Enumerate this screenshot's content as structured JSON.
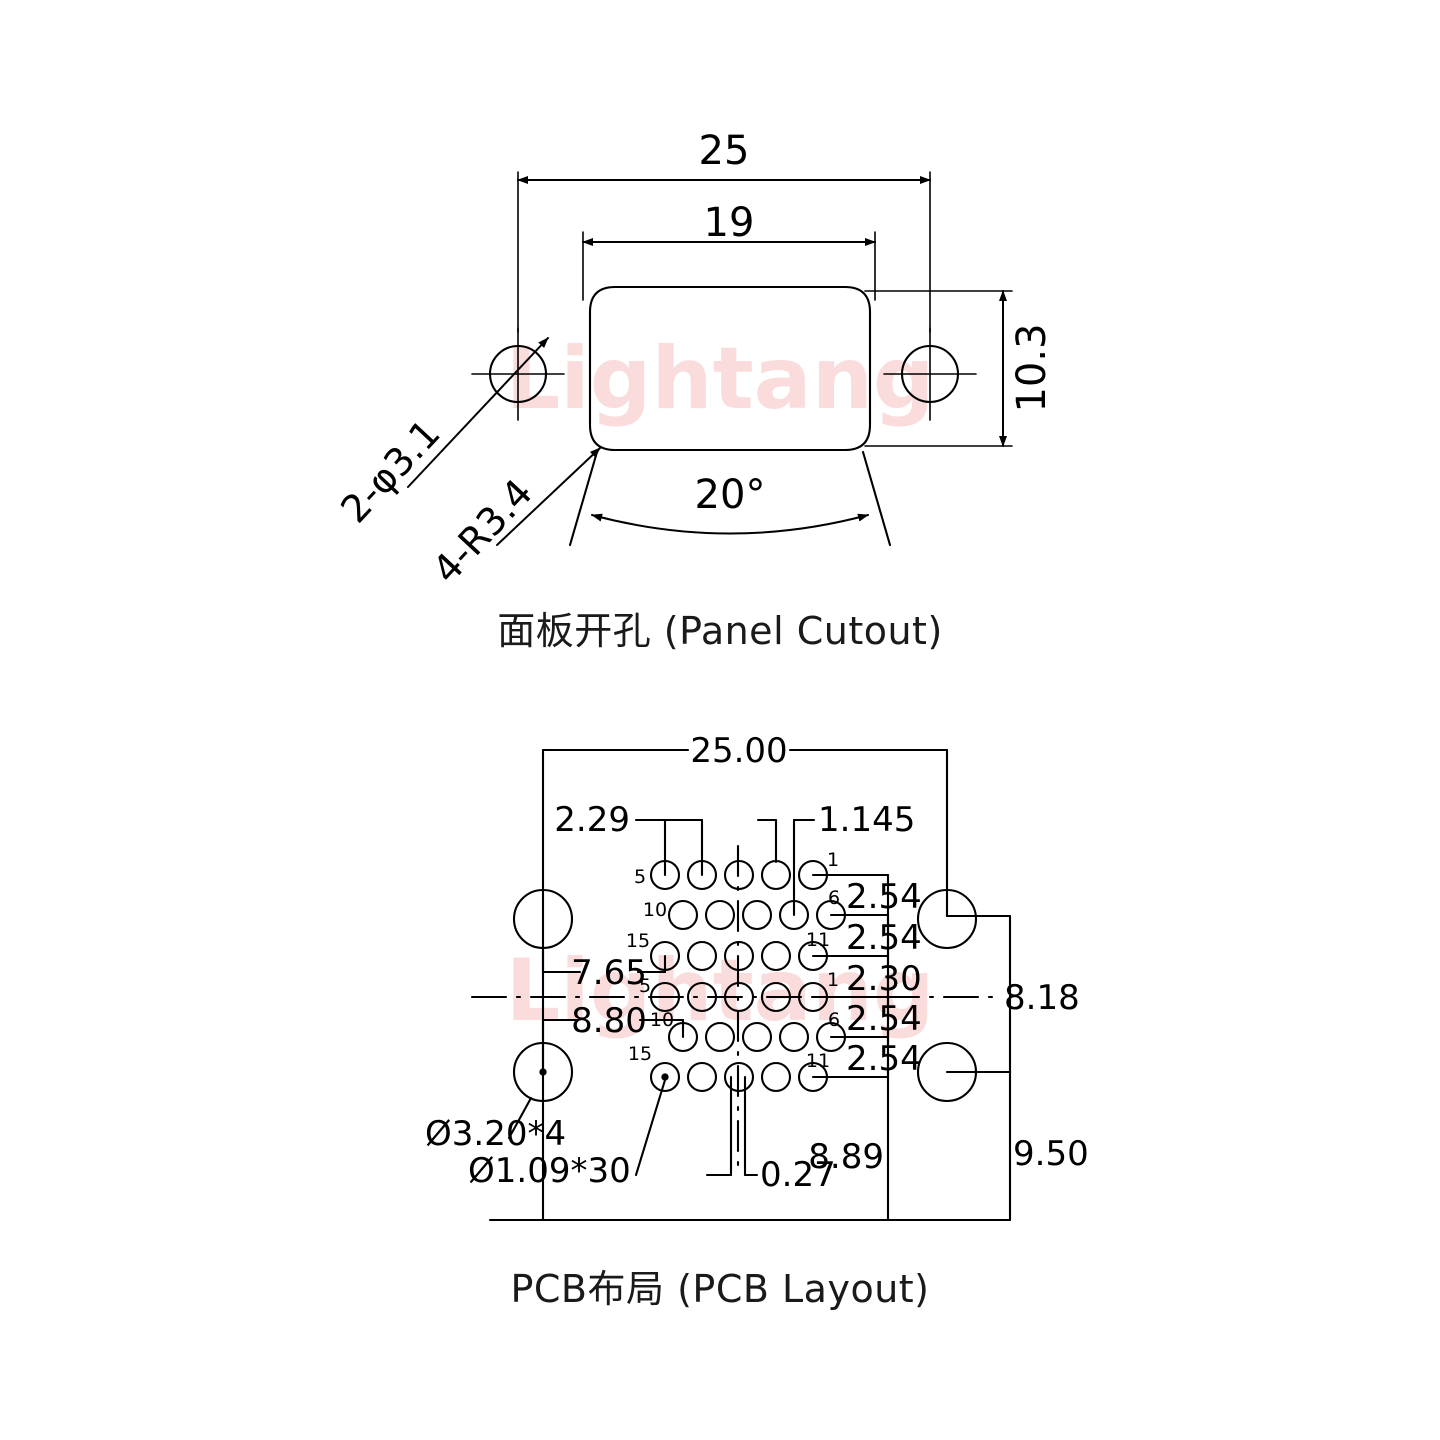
{
  "drawing": {
    "title_panel": "面板开孔 (Panel Cutout)",
    "title_pcb": "PCB布局 (PCB Layout)",
    "watermark": "Lightang",
    "watermark_color": "#fadcdc",
    "line_color": "#000000"
  },
  "panel_cutout": {
    "dim_outer_width": "25",
    "dim_inner_width": "19",
    "dim_height": "10.3",
    "dim_angle": "20°",
    "label_mount_holes": "2-φ3.1",
    "label_corner_radius": "4-R3.4"
  },
  "pcb_layout": {
    "dim_board_width": "25.00",
    "dim_pitch_col_a": "2.29",
    "dim_pitch_col_b": "1.145",
    "dim_left_upper": "7.65",
    "dim_left_lower": "8.80",
    "dim_right_center": "8.18",
    "dim_bottom_right": "9.50",
    "dim_bottom_mid": "8.89",
    "dim_small": "0.27",
    "dim_gap_center": "2.30",
    "dim_row_pitch": "2.54",
    "label_mount_hole": "Ø3.20*4",
    "label_pin_hole": "Ø1.09*30",
    "row_labels_left": [
      "5",
      "10",
      "15",
      "5",
      "10",
      "15"
    ],
    "row_labels_right": [
      "1",
      "6",
      "11",
      "1",
      "6",
      "11"
    ],
    "row_pitch_labels": [
      "2.54",
      "2.54",
      "2.30",
      "2.54",
      "2.54"
    ],
    "pin_rows": 6,
    "pins_per_row": 5,
    "total_pins": 30,
    "mount_holes": 4
  }
}
